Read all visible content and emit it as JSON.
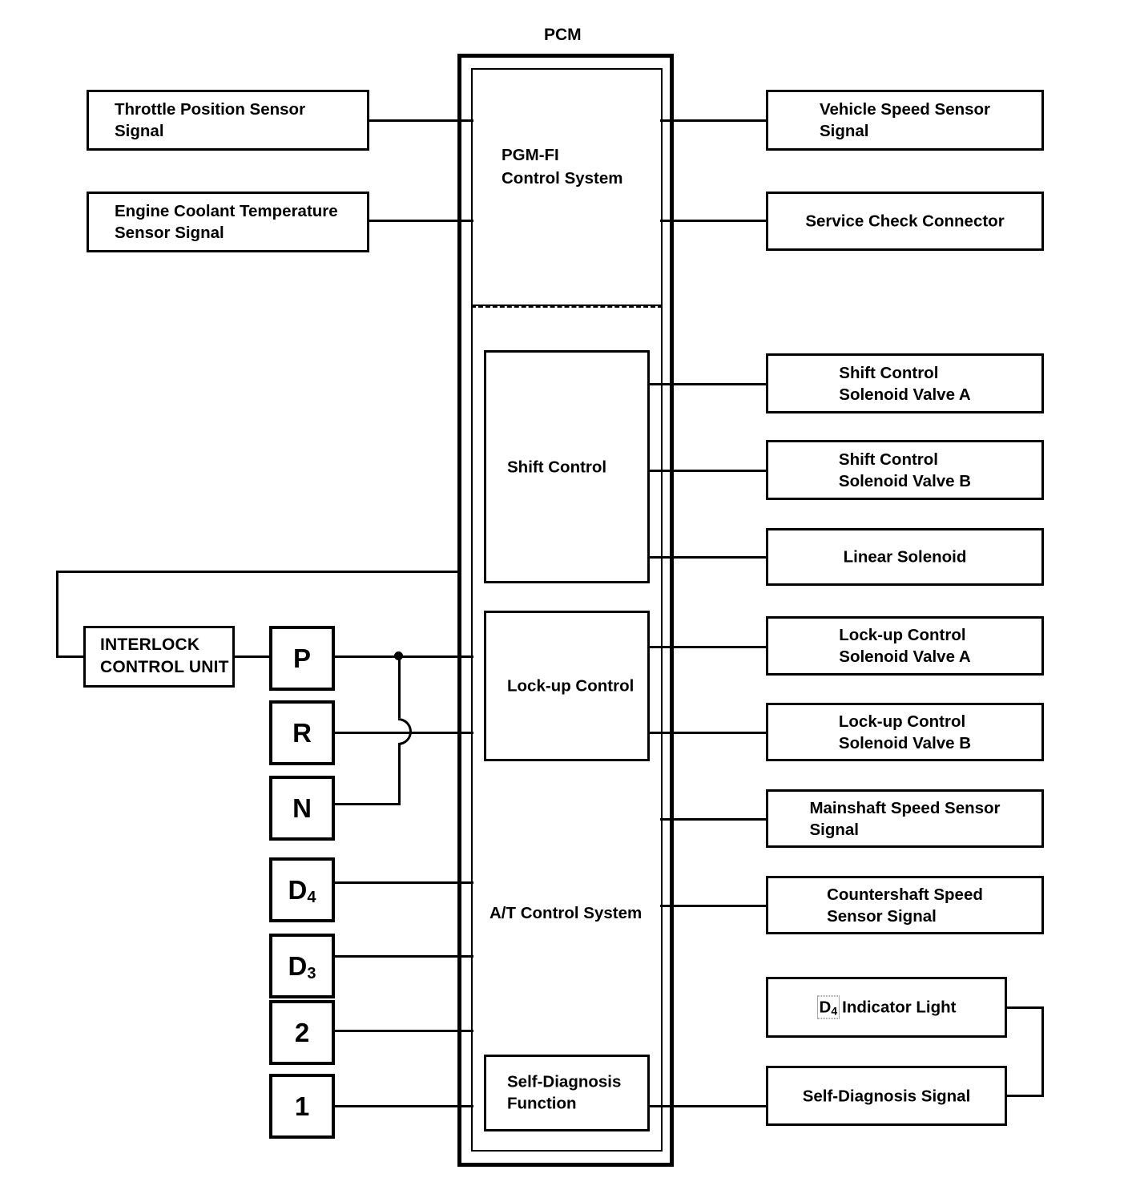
{
  "title": "PCM",
  "pcm": {
    "modules": [
      {
        "id": "pgm-fi",
        "label": "PGM-FI\nControl System"
      },
      {
        "id": "shift-control",
        "label": "Shift Control"
      },
      {
        "id": "lockup-control",
        "label": "Lock-up Control"
      },
      {
        "id": "at-control",
        "label": "A/T Control System"
      },
      {
        "id": "self-diagnosis",
        "label": "Self-Diagnosis\nFunction"
      }
    ],
    "pgm_fi_label_line1": "PGM-FI",
    "pgm_fi_label_line2": "Control System",
    "shift_control_label": "Shift Control",
    "lockup_control_label": "Lock-up Control",
    "at_control_label": "A/T Control System",
    "self_diagnosis_line1": "Self-Diagnosis",
    "self_diagnosis_line2": "Function"
  },
  "inputs_left": [
    {
      "name": "throttle-position-sensor-signal",
      "line1": "Throttle Position Sensor",
      "line2": "Signal"
    },
    {
      "name": "engine-coolant-temperature-sensor-signal",
      "line1": "Engine Coolant Temperature",
      "line2": "Sensor Signal"
    }
  ],
  "interlock": {
    "line1": "INTERLOCK",
    "line2": "CONTROL UNIT"
  },
  "gear_positions": [
    {
      "name": "gear-p",
      "label": "P",
      "sub": ""
    },
    {
      "name": "gear-r",
      "label": "R",
      "sub": ""
    },
    {
      "name": "gear-n",
      "label": "N",
      "sub": ""
    },
    {
      "name": "gear-d4",
      "label": "D",
      "sub": "4"
    },
    {
      "name": "gear-d3",
      "label": "D",
      "sub": "3"
    },
    {
      "name": "gear-2",
      "label": "2",
      "sub": ""
    },
    {
      "name": "gear-1",
      "label": "1",
      "sub": ""
    }
  ],
  "outputs_right": [
    {
      "name": "vehicle-speed-sensor-signal",
      "line1": "Vehicle Speed Sensor",
      "line2": "Signal"
    },
    {
      "name": "service-check-connector",
      "line1": "Service Check Connector",
      "line2": ""
    },
    {
      "name": "shift-control-solenoid-valve-a",
      "line1": "Shift Control",
      "line2": "Solenoid Valve A"
    },
    {
      "name": "shift-control-solenoid-valve-b",
      "line1": "Shift Control",
      "line2": "Solenoid Valve B"
    },
    {
      "name": "linear-solenoid",
      "line1": "Linear Solenoid",
      "line2": ""
    },
    {
      "name": "lockup-control-solenoid-valve-a",
      "line1": "Lock-up Control",
      "line2": "Solenoid Valve A"
    },
    {
      "name": "lockup-control-solenoid-valve-b",
      "line1": "Lock-up Control",
      "line2": "Solenoid Valve B"
    },
    {
      "name": "mainshaft-speed-sensor-signal",
      "line1": "Mainshaft Speed Sensor",
      "line2": "Signal"
    },
    {
      "name": "countershaft-speed-sensor-signal",
      "line1": "Countershaft Speed",
      "line2": "Sensor Signal"
    },
    {
      "name": "d4-indicator-light",
      "line1": "Indicator Light",
      "line2": "",
      "chip": "D4"
    },
    {
      "name": "self-diagnosis-signal",
      "line1": "Self-Diagnosis Signal",
      "line2": ""
    }
  ]
}
